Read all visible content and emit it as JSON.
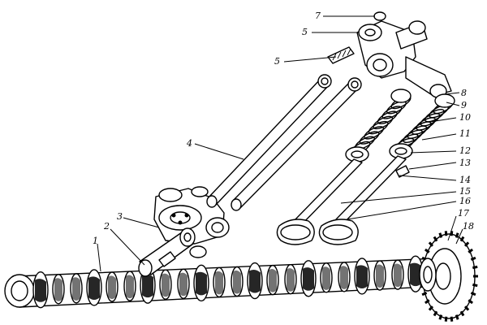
{
  "labels": {
    "l1": "1",
    "l2": "2",
    "l3": "3",
    "l4": "4",
    "l5a": "5",
    "l5b": "5",
    "l7": "7",
    "l8": "8",
    "l9": "9",
    "l10": "10",
    "l11": "11",
    "l12": "12",
    "l13": "13",
    "l14": "14",
    "l15": "15",
    "l16": "16",
    "l17": "17",
    "l18": "18"
  }
}
